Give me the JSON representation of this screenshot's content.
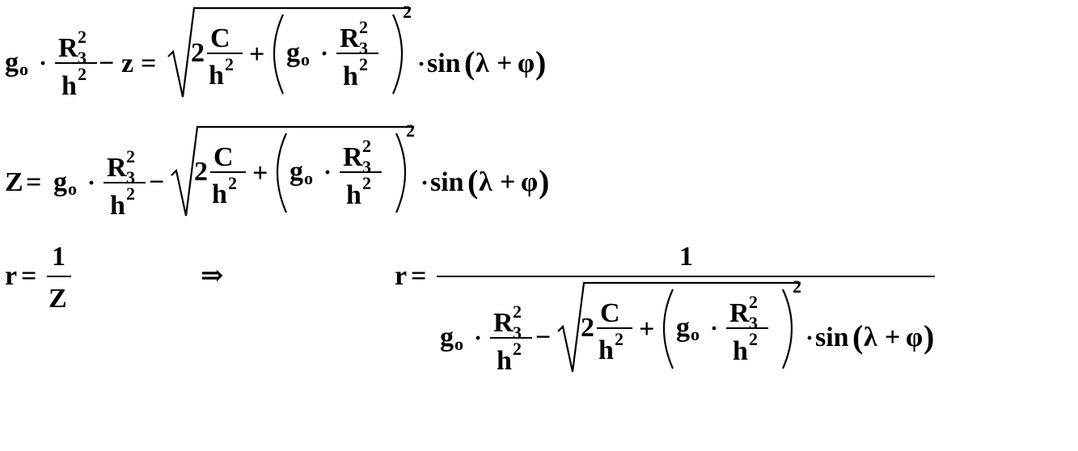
{
  "symbols": {
    "g": "g",
    "o": "o",
    "R": "R",
    "three": "3",
    "two": "2",
    "h": "h",
    "C": "C",
    "z_lower": "z",
    "Z_upper": "Z",
    "r": "r",
    "one": "1",
    "sin": "sin",
    "lambda": "λ",
    "phi": "φ",
    "eq": "=",
    "minus": "−",
    "plus": "+",
    "dot": "·",
    "implies": "⇒"
  }
}
